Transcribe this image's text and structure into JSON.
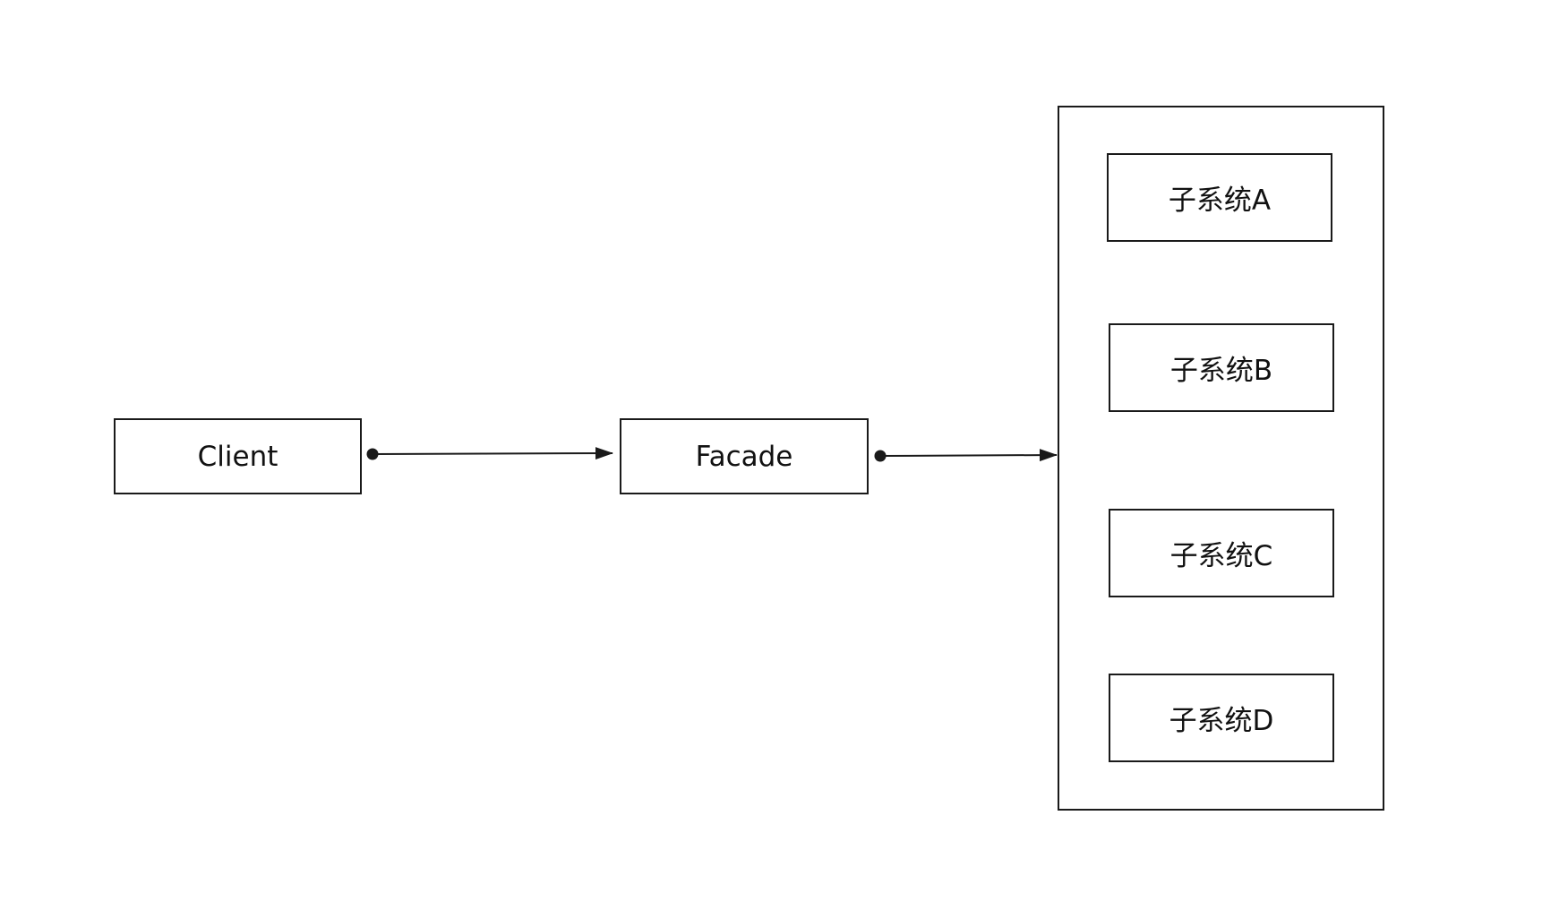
{
  "nodes": {
    "client": "Client",
    "facade": "Facade",
    "subsystems": [
      "子系统A",
      "子系统B",
      "子系统C",
      "子系统D"
    ]
  },
  "edges": [
    {
      "from": "Client",
      "to": "Facade"
    },
    {
      "from": "Facade",
      "to": "子系统"
    }
  ],
  "colors": {
    "stroke": "#1a1a1a",
    "background": "#ffffff"
  }
}
